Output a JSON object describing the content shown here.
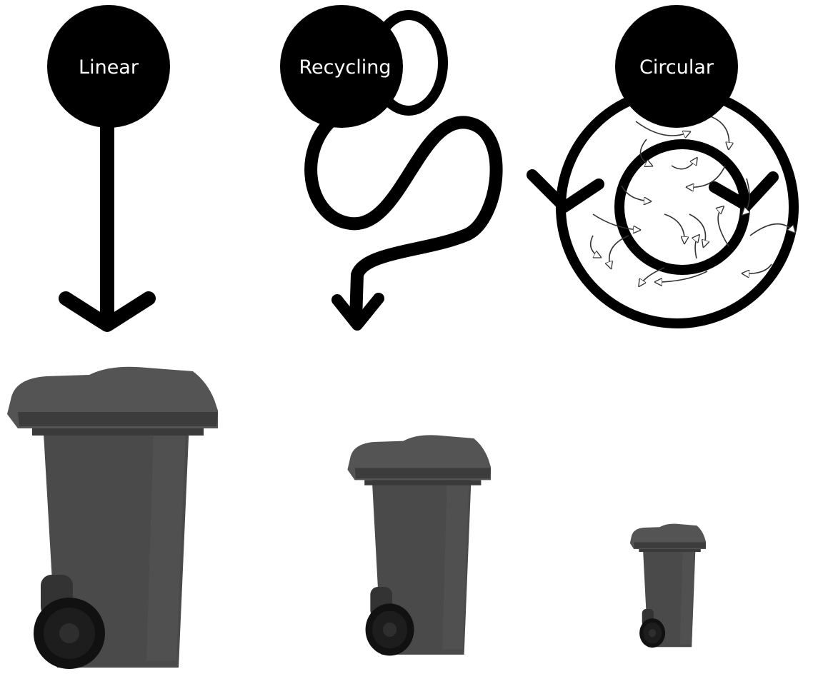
{
  "colors": {
    "background": "#ffffff",
    "ink": "#000000",
    "label_text": "#ffffff",
    "bin_body": "#4a4a4a",
    "bin_lid": "#545454",
    "bin_shadow": "#333333",
    "wheel": "#111111"
  },
  "models": [
    {
      "id": "linear",
      "label": "Linear",
      "bin_relative_size": 1.0
    },
    {
      "id": "recycling",
      "label": "Recycling",
      "bin_relative_size": 0.62
    },
    {
      "id": "circular",
      "label": "Circular",
      "bin_relative_size": 0.31
    }
  ],
  "icons": {
    "linear_arrow": "straight-down-arrow-icon",
    "recycling_arrow": "looping-s-curve-arrow-icon",
    "circular_arrows": "concentric-circular-arrows-icon",
    "bin": "wheelie-trash-bin-icon"
  }
}
